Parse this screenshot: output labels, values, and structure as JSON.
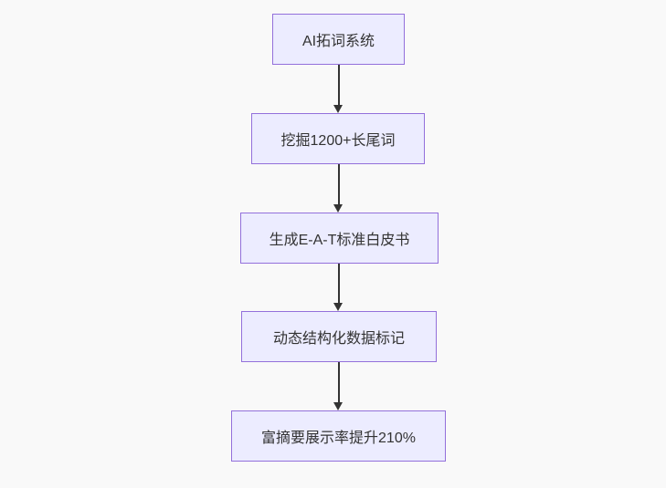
{
  "diagram": {
    "type": "flowchart",
    "direction": "top-down",
    "colors": {
      "node_fill": "#ECECFF",
      "node_border": "#9370DB",
      "node_text": "#333333",
      "arrow": "#333333",
      "background": "#f9f9f9"
    },
    "nodes": [
      {
        "id": "step-1",
        "label": "AI拓词系统"
      },
      {
        "id": "step-2",
        "label": "挖掘1200+长尾词"
      },
      {
        "id": "step-3",
        "label": "生成E-A-T标准白皮书"
      },
      {
        "id": "step-4",
        "label": "动态结构化数据标记"
      },
      {
        "id": "step-5",
        "label": "富摘要展示率提升210%"
      }
    ],
    "edges": [
      {
        "from": "step-1",
        "to": "step-2"
      },
      {
        "from": "step-2",
        "to": "step-3"
      },
      {
        "from": "step-3",
        "to": "step-4"
      },
      {
        "from": "step-4",
        "to": "step-5"
      }
    ]
  }
}
